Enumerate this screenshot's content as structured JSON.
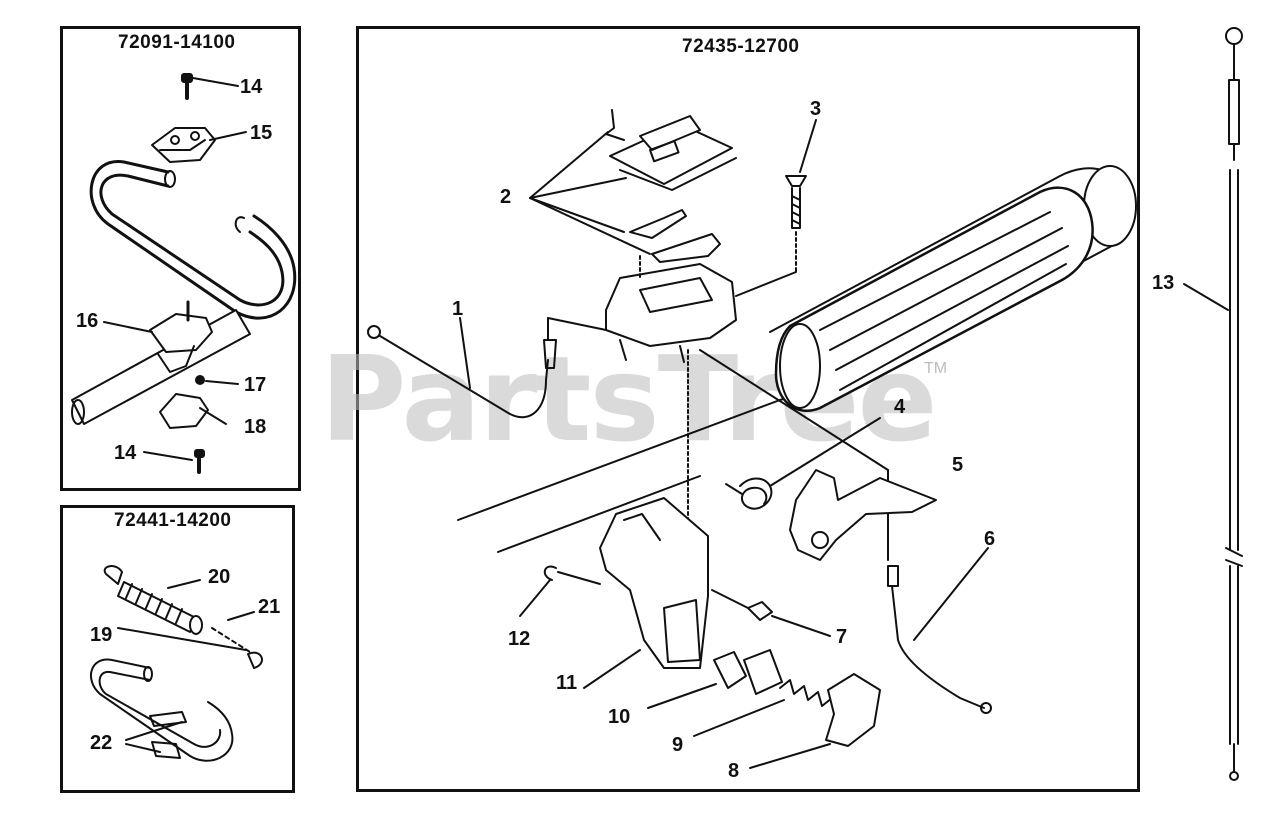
{
  "watermark": {
    "brand": "PartsTree",
    "mark": "TM"
  },
  "assemblies": {
    "handle_kit": {
      "part_number": "72091-14100"
    },
    "grip_kit": {
      "part_number": "72441-14200"
    },
    "throttle_assembly": {
      "part_number": "72435-12700"
    }
  },
  "callouts": {
    "c1": "1",
    "c2": "2",
    "c3": "3",
    "c4": "4",
    "c5": "5",
    "c6": "6",
    "c7": "7",
    "c8": "8",
    "c9": "9",
    "c10": "10",
    "c11": "11",
    "c12": "12",
    "c13": "13",
    "c14a": "14",
    "c14b": "14",
    "c15": "15",
    "c16": "16",
    "c17": "17",
    "c18": "18",
    "c19": "19",
    "c20": "20",
    "c21": "21",
    "c22": "22"
  },
  "colors": {
    "ink": "#111111",
    "watermark": "#bdbdbd",
    "paper": "#ffffff"
  }
}
